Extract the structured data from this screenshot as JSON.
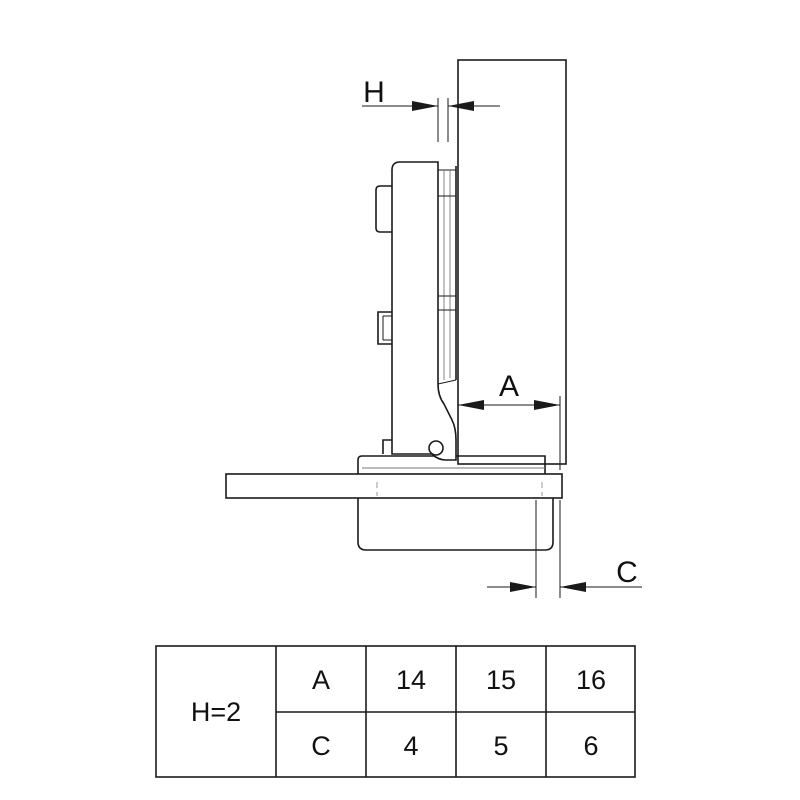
{
  "dimension_labels": {
    "h": "H",
    "a": "A",
    "c": "C"
  },
  "table": {
    "group_label": "H=2",
    "rows": [
      {
        "param": "A",
        "values": [
          "14",
          "15",
          "16"
        ]
      },
      {
        "param": "C",
        "values": [
          "4",
          "5",
          "6"
        ]
      }
    ]
  }
}
